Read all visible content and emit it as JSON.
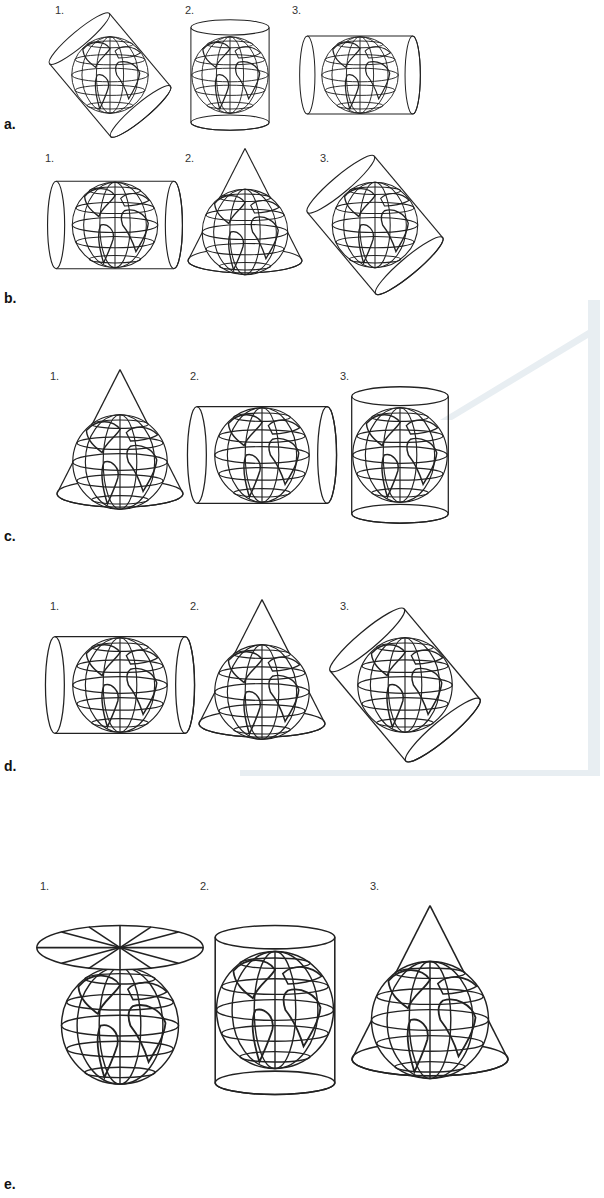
{
  "diagram": {
    "labels": [
      "1.",
      "2.",
      "3.",
      "a.",
      "1.",
      "2.",
      "3.",
      "b.",
      "1.",
      "2.",
      "3.",
      "c.",
      "1.",
      "2.",
      "3.",
      "d.",
      "1.",
      "2.",
      "3.",
      "e."
    ]
  }
}
